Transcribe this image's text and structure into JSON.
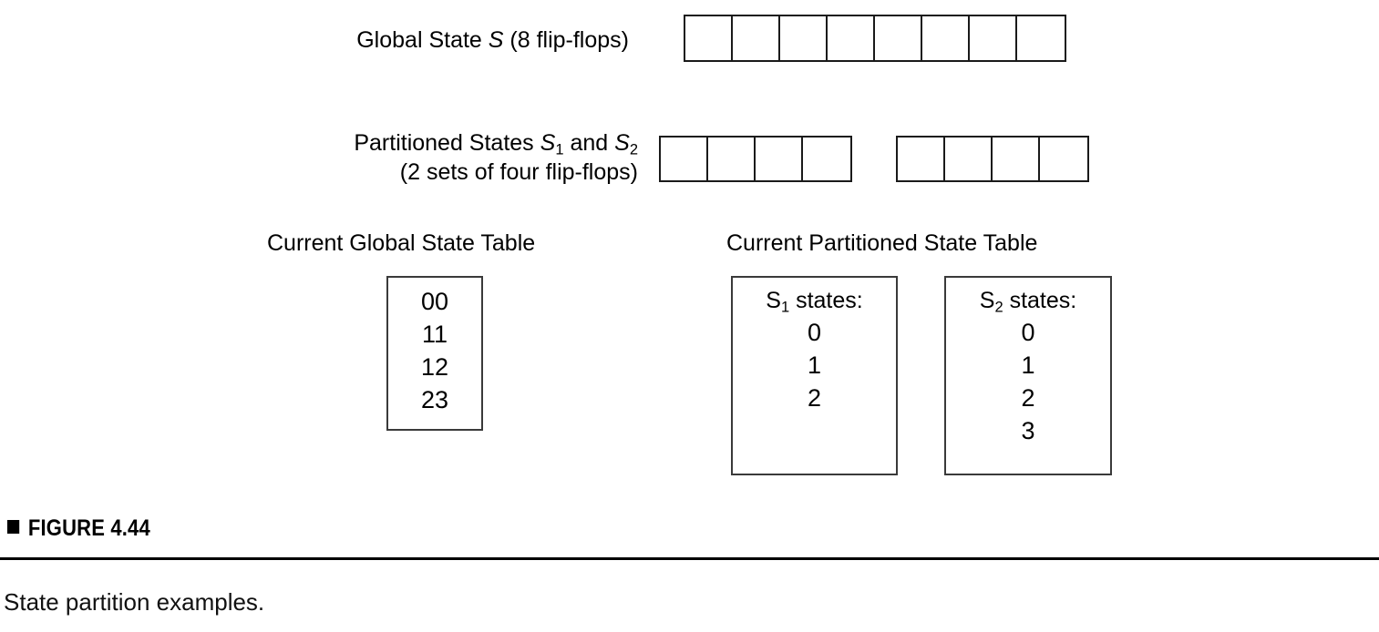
{
  "rows": {
    "global": {
      "label_prefix": "Global State ",
      "label_symbol": "S",
      "label_suffix": " (8 flip-flops)",
      "cell_count": 8
    },
    "partitioned": {
      "line1_prefix": "Partitioned States ",
      "line1_symbol1": "S",
      "line1_sub1": "1",
      "line1_mid": " and ",
      "line1_symbol2": "S",
      "line1_sub2": "2",
      "line2": "(2 sets of four flip-flops)",
      "cell_count_each": 4
    }
  },
  "tables": {
    "global": {
      "header": "Current Global State Table",
      "entries": [
        "00",
        "11",
        "12",
        "23"
      ]
    },
    "partitioned": {
      "header": "Current Partitioned State Table",
      "groups": [
        {
          "symbol": "S",
          "subscript": "1",
          "caption_suffix": " states:",
          "entries": [
            "0",
            "1",
            "2"
          ]
        },
        {
          "symbol": "S",
          "subscript": "2",
          "caption_suffix": " states:",
          "entries": [
            "0",
            "1",
            "2",
            "3"
          ]
        }
      ]
    }
  },
  "figure": {
    "marker": "square-bullet",
    "title": "FIGURE 4.44",
    "caption": "State partition examples."
  },
  "colors": {
    "ink": "#000000",
    "box_border": "#3a3a3a",
    "cell_border": "#1a1a1a",
    "background": "#ffffff"
  }
}
